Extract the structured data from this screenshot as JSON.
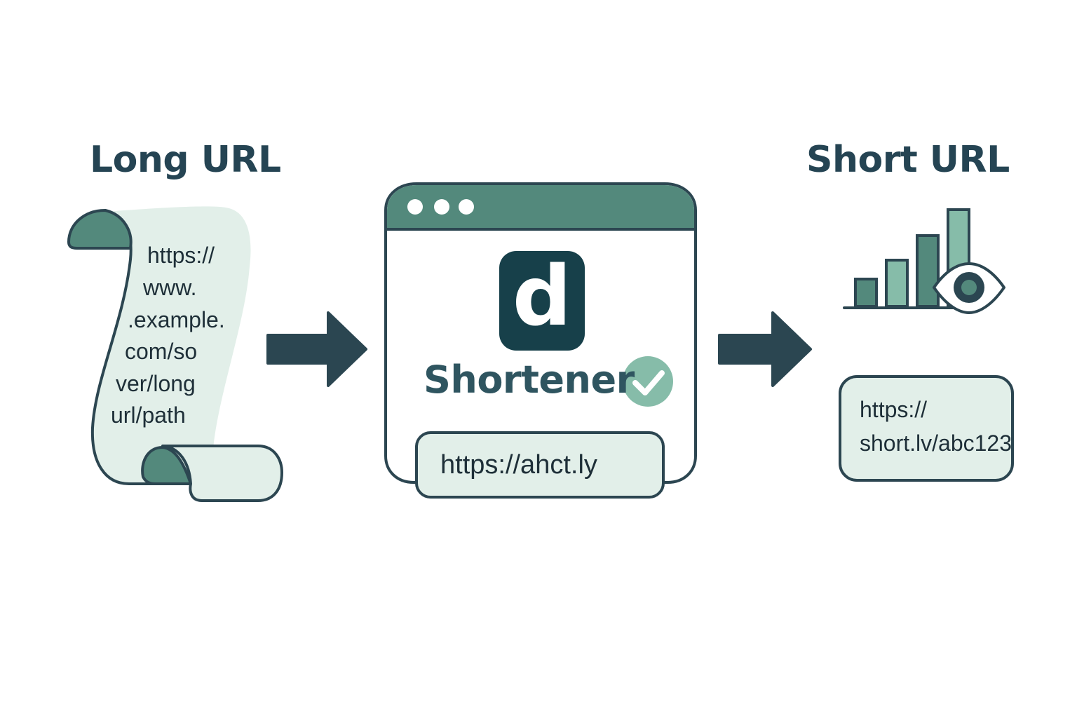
{
  "long_url": {
    "heading": "Long URL",
    "lines": [
      "https://",
      "www.",
      ".example.",
      "com/so",
      "ver/long",
      "url/path"
    ]
  },
  "shortener": {
    "logo_letter": "d",
    "name": "Shortener",
    "input_value": "https://ahct.ly"
  },
  "short_url": {
    "heading": "Short URL",
    "lines": [
      "https://",
      "short.lv/abc123"
    ]
  },
  "analytics_chart": {
    "bar_levels": [
      0.28,
      0.48,
      0.73,
      1.0
    ]
  },
  "colors": {
    "dark": "#254453",
    "teal": "#53897c",
    "light_teal": "#e2efe9",
    "mid_teal": "#86bca9",
    "logo_bg": "#17404a"
  }
}
